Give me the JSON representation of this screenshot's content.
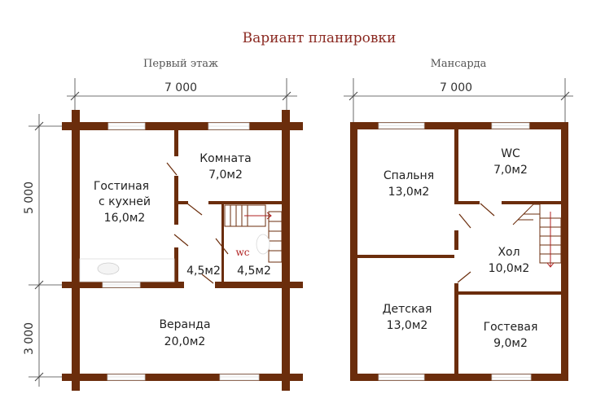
{
  "title": "Вариант планировки",
  "floor1": {
    "label": "Первый этаж",
    "width_dim": "7 000",
    "height_dims": [
      "5 000",
      "3 000"
    ],
    "rooms": [
      {
        "name": "Гостиная",
        "line2": "с кухней",
        "area": "16,0м2"
      },
      {
        "name": "Комната",
        "area": "7,0м2"
      },
      {
        "name": "wc"
      },
      {
        "area": "4,5м2"
      },
      {
        "area": "4,5м2"
      },
      {
        "name": "Веранда",
        "area": "20,0м2"
      }
    ]
  },
  "floor2": {
    "label": "Мансарда",
    "width_dim": "7 000",
    "rooms": [
      {
        "name": "Спальня",
        "area": "13,0м2"
      },
      {
        "name": "WC",
        "area": "7,0м2"
      },
      {
        "name": "Хол",
        "area": "10,0м2"
      },
      {
        "name": "Детская",
        "area": "13,0м2"
      },
      {
        "name": "Гостевая",
        "area": "9,0м2"
      }
    ]
  },
  "colors": {
    "wall": "#6b2d0c",
    "title": "#8b2a22",
    "accent": "#b02020"
  }
}
